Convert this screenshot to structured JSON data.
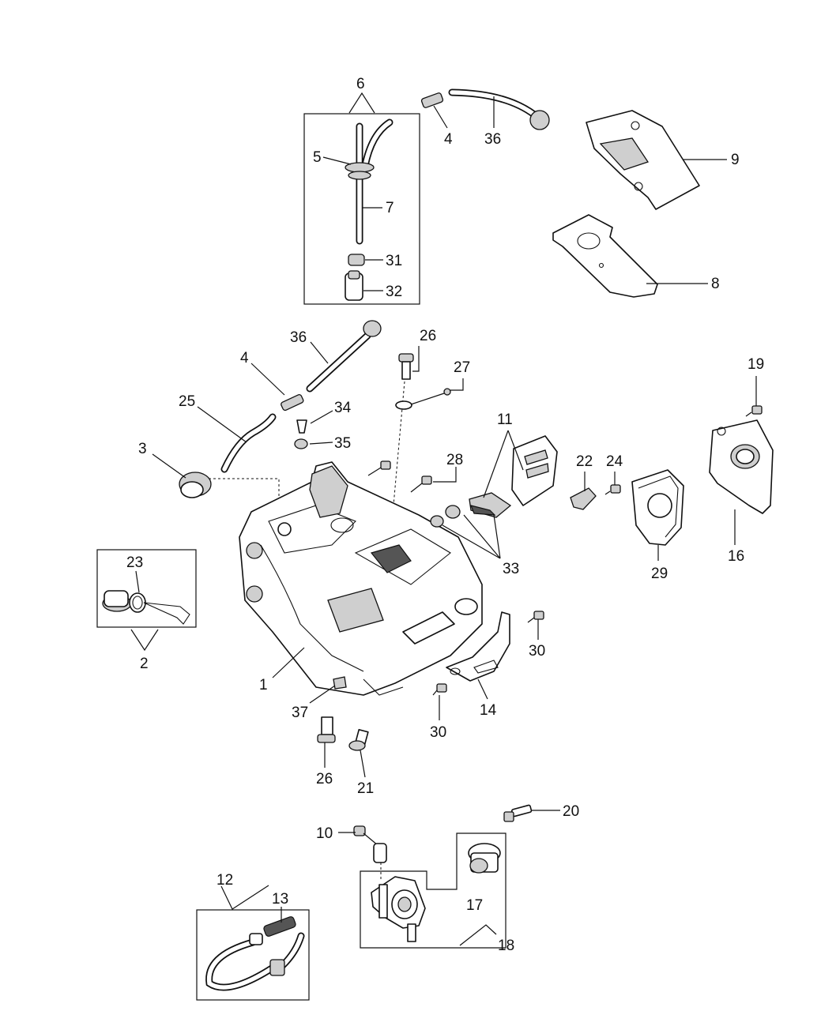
{
  "callouts": {
    "c1": "1",
    "c2": "2",
    "c3": "3",
    "c4a": "4",
    "c4b": "4",
    "c5": "5",
    "c6": "6",
    "c7": "7",
    "c8": "8",
    "c9": "9",
    "c10": "10",
    "c11": "11",
    "c12": "12",
    "c13": "13",
    "c14": "14",
    "c16": "16",
    "c17": "17",
    "c18": "18",
    "c19": "19",
    "c20": "20",
    "c21": "21",
    "c22": "22",
    "c23": "23",
    "c24": "24",
    "c25": "25",
    "c26a": "26",
    "c26b": "26",
    "c27": "27",
    "c28": "28",
    "c29": "29",
    "c30a": "30",
    "c30b": "30",
    "c31": "31",
    "c32": "32",
    "c33": "33",
    "c34": "34",
    "c35": "35",
    "c36a": "36",
    "c36b": "36",
    "c37": "37"
  }
}
